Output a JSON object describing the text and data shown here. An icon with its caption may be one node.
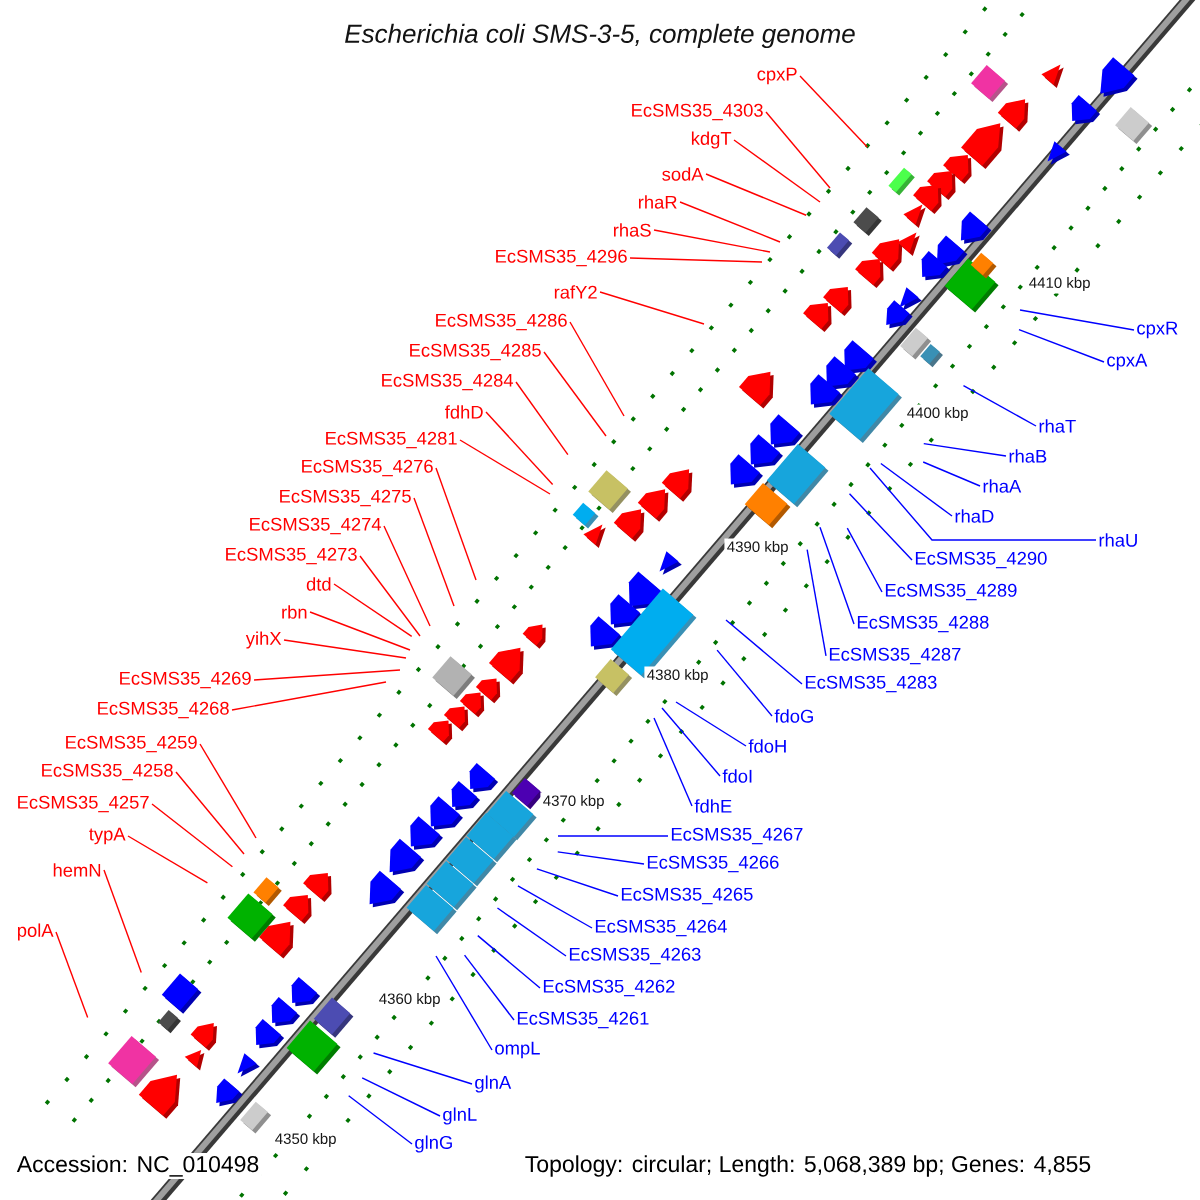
{
  "diagram": {
    "title": "Escherichia coli SMS-3-5, complete genome",
    "nodes": [
      {
        "text": [
          "cpxP"
        ]
      },
      {
        "text": [
          "EcSMS35_4303"
        ]
      },
      {
        "text": [
          "kdgT"
        ]
      },
      {
        "text": [
          "sodA"
        ]
      },
      {
        "text": [
          "rhaR"
        ]
      },
      {
        "text": [
          "rhaS"
        ]
      },
      {
        "text": [
          "EcSMS35_4296"
        ]
      },
      {
        "text": [
          "rafY2"
        ]
      },
      {
        "text": [
          "EcSMS35_4286"
        ]
      },
      {
        "text": [
          "EcSMS35_4285"
        ]
      },
      {
        "text": [
          "EcSMS35_4284"
        ]
      },
      {
        "text": [
          "fdhD"
        ]
      },
      {
        "text": [
          "EcSMS35_4281"
        ]
      },
      {
        "text": [
          "EcSMS35_4276"
        ]
      },
      {
        "text": [
          "EcSMS35_4275"
        ]
      },
      {
        "text": [
          "EcSMS35_4274"
        ]
      },
      {
        "text": [
          "EcSMS35_4273"
        ]
      },
      {
        "text": [
          "dtd"
        ]
      },
      {
        "text": [
          "rbn"
        ]
      },
      {
        "text": [
          "yihX"
        ]
      },
      {
        "text": [
          "EcSMS35_4269"
        ]
      },
      {
        "text": [
          "EcSMS35_4268"
        ]
      },
      {
        "text": [
          "EcSMS35_4259"
        ]
      },
      {
        "text": [
          "EcSMS35_4258"
        ]
      },
      {
        "text": [
          "EcSMS35_4257"
        ]
      },
      {
        "text": [
          "typA"
        ]
      },
      {
        "text": [
          "hemN"
        ]
      },
      {
        "text": [
          "polA"
        ]
      },
      {
        "text": [
          "cpxR"
        ]
      },
      {
        "text": [
          "cpxA"
        ]
      },
      {
        "text": [
          "rhaT"
        ]
      },
      {
        "text": [
          "rhaB"
        ]
      },
      {
        "text": [
          "rhaA"
        ]
      },
      {
        "text": [
          "rhaD"
        ]
      },
      {
        "text": [
          "rhaU"
        ]
      },
      {
        "text": [
          "EcSMS35_4290"
        ]
      },
      {
        "text": [
          "EcSMS35_4289"
        ]
      },
      {
        "text": [
          "EcSMS35_4288"
        ]
      },
      {
        "text": [
          "EcSMS35_4287"
        ]
      },
      {
        "text": [
          "EcSMS35_4283"
        ]
      },
      {
        "text": [
          "fdoG"
        ]
      },
      {
        "text": [
          "fdoH"
        ]
      },
      {
        "text": [
          "fdoI"
        ]
      },
      {
        "text": [
          "fdhE"
        ]
      },
      {
        "text": [
          "EcSMS35_4267"
        ]
      },
      {
        "text": [
          "EcSMS35_4266"
        ]
      },
      {
        "text": [
          "EcSMS35_4265"
        ]
      },
      {
        "text": [
          "EcSMS35_4264"
        ]
      },
      {
        "text": [
          "EcSMS35_4263"
        ]
      },
      {
        "text": [
          "EcSMS35_4262"
        ]
      },
      {
        "text": [
          "EcSMS35_4261"
        ]
      },
      {
        "text": [
          "ompL"
        ]
      },
      {
        "text": [
          "glnA"
        ]
      },
      {
        "text": [
          "glnL"
        ]
      },
      {
        "text": [
          "glnG"
        ]
      }
    ],
    "edges": [
      {
        "from": 0,
        "to": null,
        "arrow": "none"
      },
      {
        "from": 1,
        "to": null,
        "arrow": "none"
      },
      {
        "from": 2,
        "to": null,
        "arrow": "none"
      },
      {
        "from": 3,
        "to": null,
        "arrow": "none"
      },
      {
        "from": 4,
        "to": null,
        "arrow": "none"
      },
      {
        "from": 5,
        "to": null,
        "arrow": "none"
      },
      {
        "from": 6,
        "to": null,
        "arrow": "none"
      },
      {
        "from": 7,
        "to": null,
        "arrow": "none"
      },
      {
        "from": 8,
        "to": null,
        "arrow": "none"
      },
      {
        "from": 9,
        "to": null,
        "arrow": "none"
      },
      {
        "from": 10,
        "to": null,
        "arrow": "none"
      },
      {
        "from": 11,
        "to": null,
        "arrow": "none"
      },
      {
        "from": 12,
        "to": null,
        "arrow": "none"
      },
      {
        "from": 13,
        "to": null,
        "arrow": "none"
      },
      {
        "from": 14,
        "to": null,
        "arrow": "none"
      },
      {
        "from": 15,
        "to": null,
        "arrow": "none"
      },
      {
        "from": 16,
        "to": null,
        "arrow": "none"
      },
      {
        "from": 17,
        "to": null,
        "arrow": "none"
      },
      {
        "from": 18,
        "to": null,
        "arrow": "none"
      },
      {
        "from": 19,
        "to": null,
        "arrow": "none"
      },
      {
        "from": 20,
        "to": null,
        "arrow": "none"
      },
      {
        "from": 21,
        "to": null,
        "arrow": "none"
      },
      {
        "from": 22,
        "to": null,
        "arrow": "none"
      },
      {
        "from": 23,
        "to": null,
        "arrow": "none"
      },
      {
        "from": 24,
        "to": null,
        "arrow": "none"
      },
      {
        "from": 25,
        "to": null,
        "arrow": "none"
      },
      {
        "from": 26,
        "to": null,
        "arrow": "none"
      },
      {
        "from": 27,
        "to": null,
        "arrow": "none"
      },
      {
        "from": 28,
        "to": null,
        "arrow": "none",
        "color": "#0000ff"
      },
      {
        "from": 29,
        "to": null,
        "arrow": "none",
        "color": "#0000ff"
      },
      {
        "from": 30,
        "to": null,
        "arrow": "none",
        "color": "#0000ff"
      },
      {
        "from": 31,
        "to": null,
        "arrow": "none",
        "color": "#0000ff"
      },
      {
        "from": 32,
        "to": null,
        "arrow": "none",
        "color": "#0000ff"
      },
      {
        "from": 33,
        "to": null,
        "arrow": "none",
        "color": "#0000ff"
      },
      {
        "from": 34,
        "to": null,
        "arrow": "none",
        "color": "#0000ff"
      },
      {
        "from": 35,
        "to": null,
        "arrow": "none",
        "color": "#0000ff"
      },
      {
        "from": 36,
        "to": null,
        "arrow": "none",
        "color": "#0000ff"
      },
      {
        "from": 37,
        "to": null,
        "arrow": "none",
        "color": "#0000ff"
      },
      {
        "from": 38,
        "to": null,
        "arrow": "none",
        "color": "#0000ff"
      },
      {
        "from": 39,
        "to": null,
        "arrow": "none",
        "color": "#0000ff"
      },
      {
        "from": 40,
        "to": null,
        "arrow": "none",
        "color": "#0000ff"
      },
      {
        "from": 41,
        "to": null,
        "arrow": "none",
        "color": "#0000ff"
      },
      {
        "from": 42,
        "to": null,
        "arrow": "none",
        "color": "#0000ff"
      },
      {
        "from": 43,
        "to": null,
        "arrow": "none",
        "color": "#0000ff"
      },
      {
        "from": 44,
        "to": null,
        "arrow": "none",
        "color": "#0000ff"
      },
      {
        "from": 45,
        "to": null,
        "arrow": "none",
        "color": "#0000ff"
      },
      {
        "from": 46,
        "to": null,
        "arrow": "none",
        "color": "#0000ff"
      },
      {
        "from": 47,
        "to": null,
        "arrow": "none",
        "color": "#0000ff"
      },
      {
        "from": 48,
        "to": null,
        "arrow": "none",
        "color": "#0000ff"
      },
      {
        "from": 49,
        "to": null,
        "arrow": "none",
        "color": "#0000ff"
      },
      {
        "from": 50,
        "to": null,
        "arrow": "none",
        "color": "#0000ff"
      },
      {
        "from": 51,
        "to": null,
        "arrow": "none",
        "color": "#0000ff"
      },
      {
        "from": 52,
        "to": null,
        "arrow": "none",
        "color": "#0000ff"
      },
      {
        "from": 53,
        "to": null,
        "arrow": "none",
        "color": "#0000ff"
      },
      {
        "from": 54,
        "to": null,
        "arrow": "none",
        "color": "#0000ff"
      }
    ],
    "labels": [
      "4410 kbp",
      "4400 kbp",
      "4390 kbp",
      "4380 kbp",
      "4370 kbp",
      "4360 kbp",
      "4350 kbp",
      "Accession: NC_010498",
      "Topology: circular; Length: 5,068,389 bp; Genes: 4,855"
    ]
  }
}
